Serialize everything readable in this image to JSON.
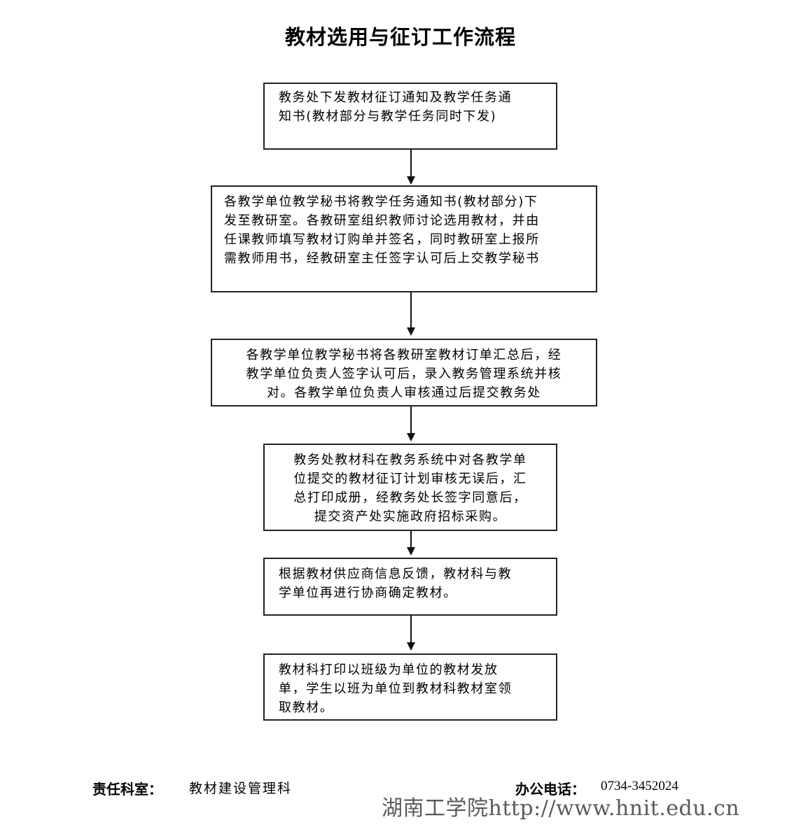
{
  "title": "教材选用与征订工作流程",
  "steps": [
    {
      "lines": [
        "教务处下发教材征订通知及教学任务通",
        "知书(教材部分与教学任务同时下发)"
      ]
    },
    {
      "lines": [
        "各教学单位教学秘书将教学任务通知书(教材部分)下",
        "发至教研室。各教研室组织教师讨论选用教材，并由",
        "任课教师填写教材订购单并签名，同时教研室上报所",
        "需教师用书，经教研室主任签字认可后上交教学秘书"
      ]
    },
    {
      "lines": [
        "各教学单位教学秘书将各教研室教材订单汇总后，经",
        "教学单位负责人签字认可后，录入教务管理系统并核",
        "对。各教学单位负责人审核通过后提交教务处"
      ]
    },
    {
      "lines": [
        "教务处教材科在教务系统中对各教学单",
        "位提交的教材征订计划审核无误后，汇",
        "总打印成册，经教务处长签字同意后，",
        "提交资产处实施政府招标采购。"
      ]
    },
    {
      "lines": [
        "根据教材供应商信息反馈，教材科与教",
        "学单位再进行协商确定教材。"
      ]
    },
    {
      "lines": [
        "教材科打印以班级为单位的教材发放",
        "单，学生以班为单位到教材科教材室领",
        "取教材。"
      ]
    }
  ],
  "footer": {
    "dept_label": "责任科室：",
    "dept_value": "教材建设管理科",
    "phone_label": "办公电话：",
    "phone_value": "0734-3452024"
  },
  "watermark": "湖南工学院http://www.hnit.edu.cn"
}
